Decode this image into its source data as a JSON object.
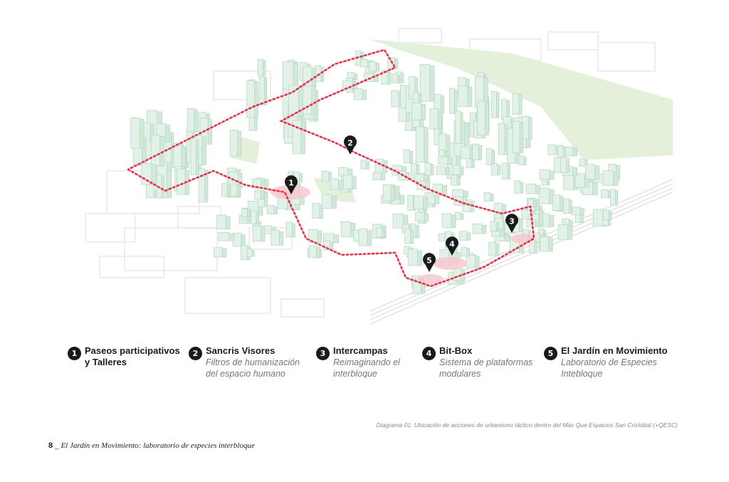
{
  "diagram": {
    "markers": [
      {
        "number": "1"
      },
      {
        "number": "2"
      },
      {
        "number": "3"
      },
      {
        "number": "4"
      },
      {
        "number": "5"
      }
    ]
  },
  "legend": [
    {
      "number": "1",
      "title": "Paseos participativos y Talleres",
      "subtitle": ""
    },
    {
      "number": "2",
      "title": "Sancris Visores",
      "subtitle": "Filtros de humanización del espacio humano"
    },
    {
      "number": "3",
      "title": "Intercampas",
      "subtitle": "Reimaginando el interbloque"
    },
    {
      "number": "4",
      "title": "Bit-Box",
      "subtitle": "Sistema de plataformas modulares"
    },
    {
      "number": "5",
      "title": "El Jardín en Movimiento",
      "subtitle": "Laboratorio de Especies Intebloque"
    }
  ],
  "caption": "Diagrama 01. Ubicación de acciones de urbanismo táctico dentro del Más Que Espacios San Cristóbal (+QESC)",
  "footer": {
    "page_number": "8",
    "title": "_ El Jardín en Movimiento: laboratorio de especies interbloque"
  },
  "colors": {
    "building": "#e3f2e8",
    "building_edge": "#b9d8c4",
    "green_area": "#e4f0da",
    "boundary": "#e8324a",
    "highlight": "#f7c8cf",
    "marker": "#1a1a1a"
  }
}
